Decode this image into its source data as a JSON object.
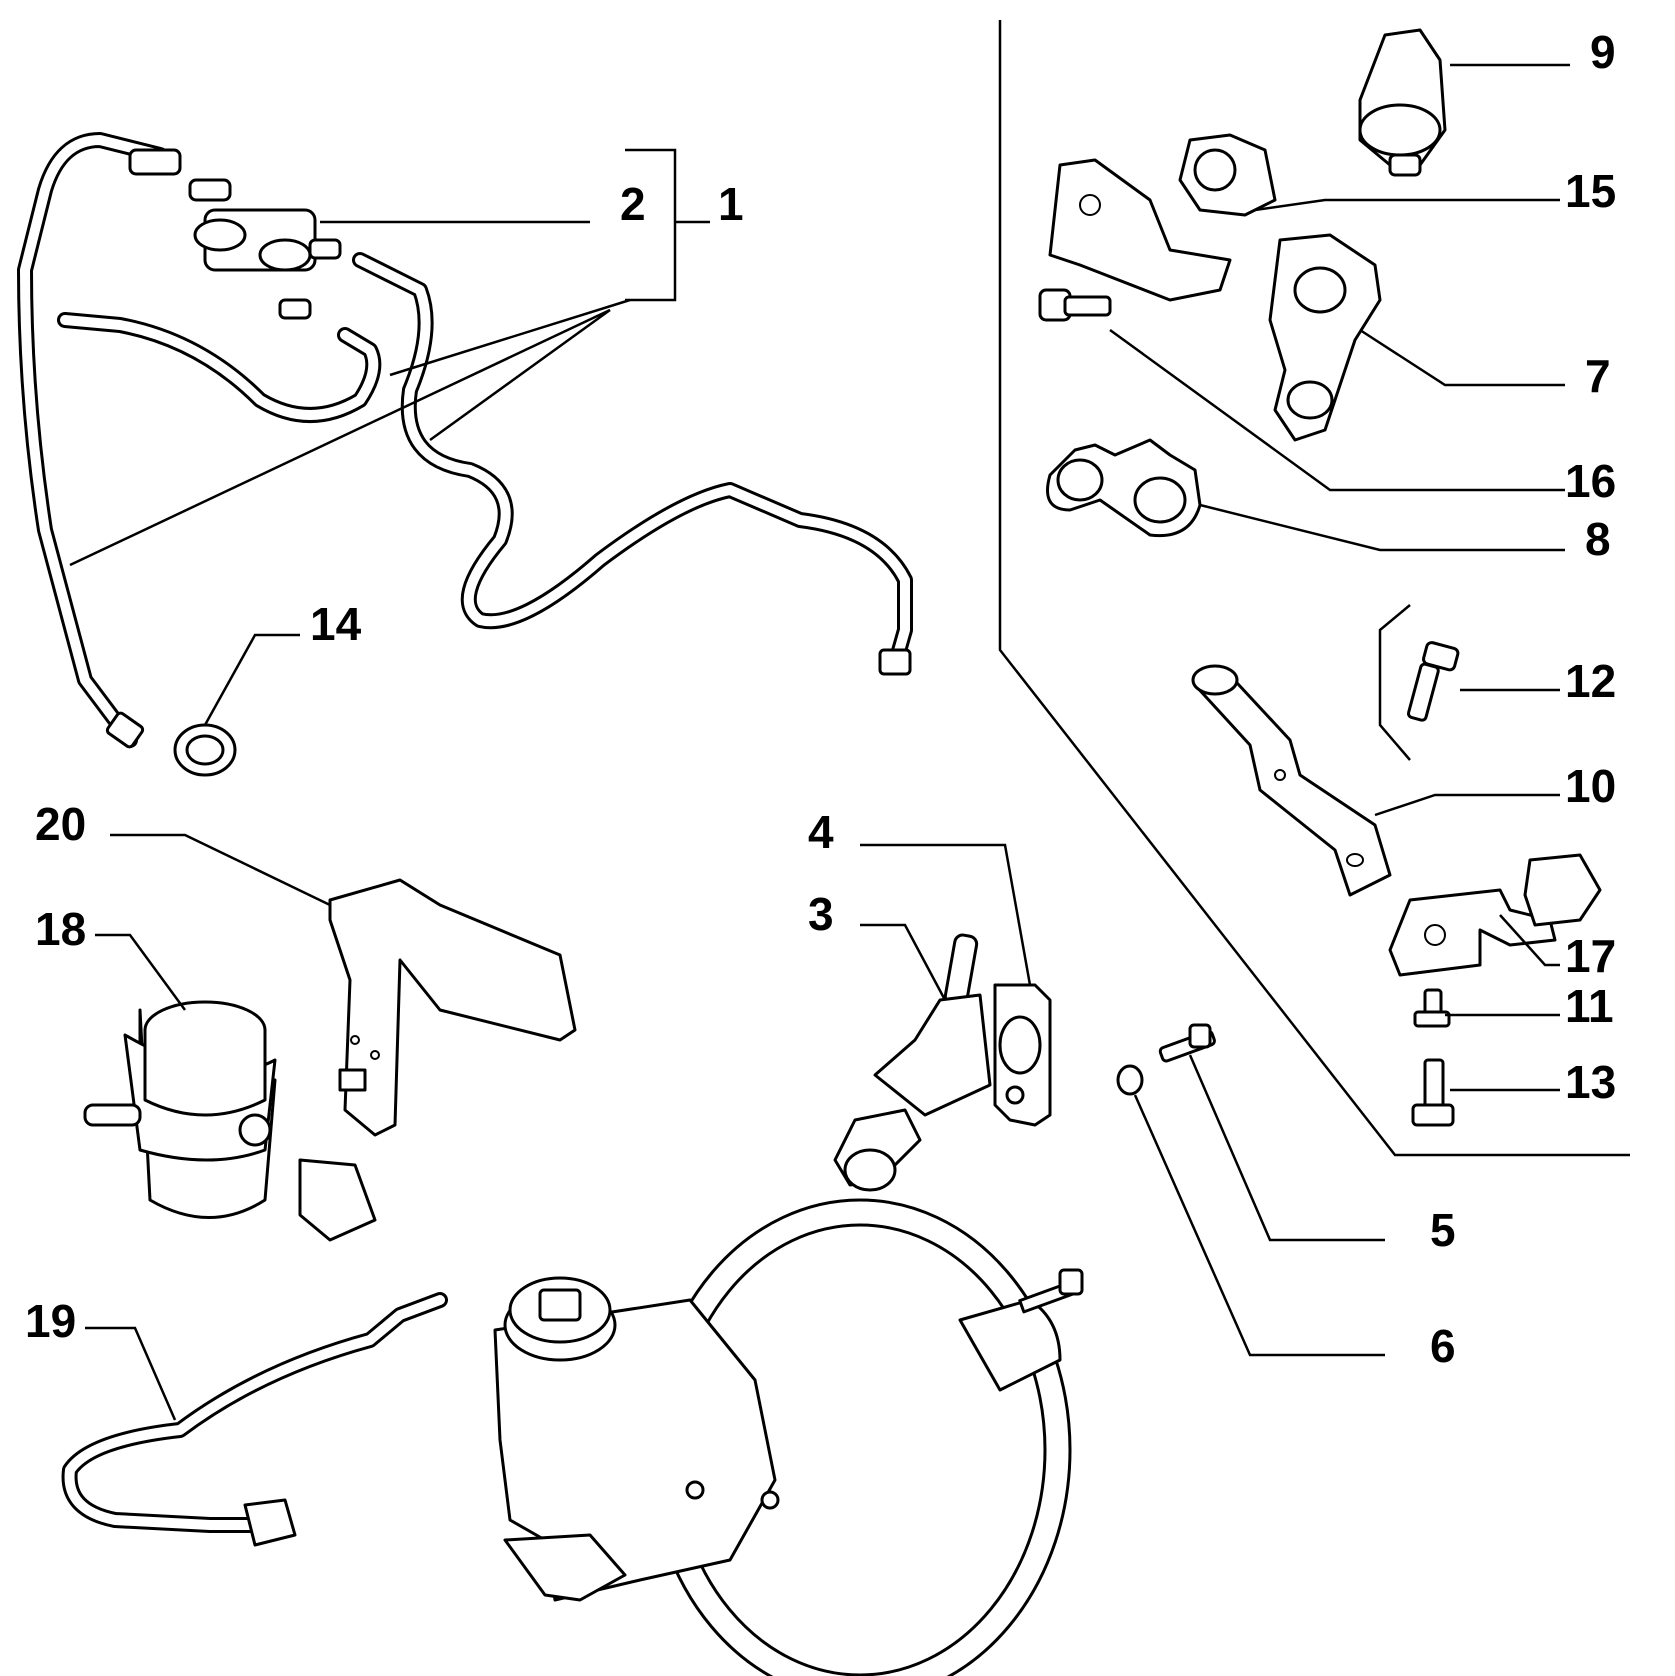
{
  "callouts": {
    "c1": "1",
    "c2": "2",
    "c3": "3",
    "c4": "4",
    "c5": "5",
    "c6": "6",
    "c7": "7",
    "c8": "8",
    "c9": "9",
    "c10": "10",
    "c11": "11",
    "c12": "12",
    "c13": "13",
    "c14": "14",
    "c15": "15",
    "c16": "16",
    "c17": "17",
    "c18": "18",
    "c19": "19",
    "c20": "20"
  },
  "parts": [
    {
      "id": "1",
      "icon": "vacuum-hose-assembly-icon"
    },
    {
      "id": "2",
      "icon": "check-valve-tee-icon"
    },
    {
      "id": "3",
      "icon": "vacuum-connector-icon"
    },
    {
      "id": "4",
      "icon": "connector-bracket-icon"
    },
    {
      "id": "5",
      "icon": "bolt-icon"
    },
    {
      "id": "6",
      "icon": "o-ring-icon"
    },
    {
      "id": "7",
      "icon": "double-clip-icon"
    },
    {
      "id": "8",
      "icon": "hose-clip-icon"
    },
    {
      "id": "9",
      "icon": "push-clip-icon"
    },
    {
      "id": "10",
      "icon": "bracket-plate-icon"
    },
    {
      "id": "11",
      "icon": "screw-icon"
    },
    {
      "id": "12",
      "icon": "bolt-icon"
    },
    {
      "id": "13",
      "icon": "bolt-icon"
    },
    {
      "id": "14",
      "icon": "hose-clamp-icon"
    },
    {
      "id": "15",
      "icon": "clip-bracket-icon"
    },
    {
      "id": "16",
      "icon": "bolt-icon"
    },
    {
      "id": "17",
      "icon": "clip-bracket-icon"
    },
    {
      "id": "18",
      "icon": "vacuum-pump-icon"
    },
    {
      "id": "19",
      "icon": "pump-hose-icon"
    },
    {
      "id": "20",
      "icon": "pump-bracket-icon"
    }
  ]
}
